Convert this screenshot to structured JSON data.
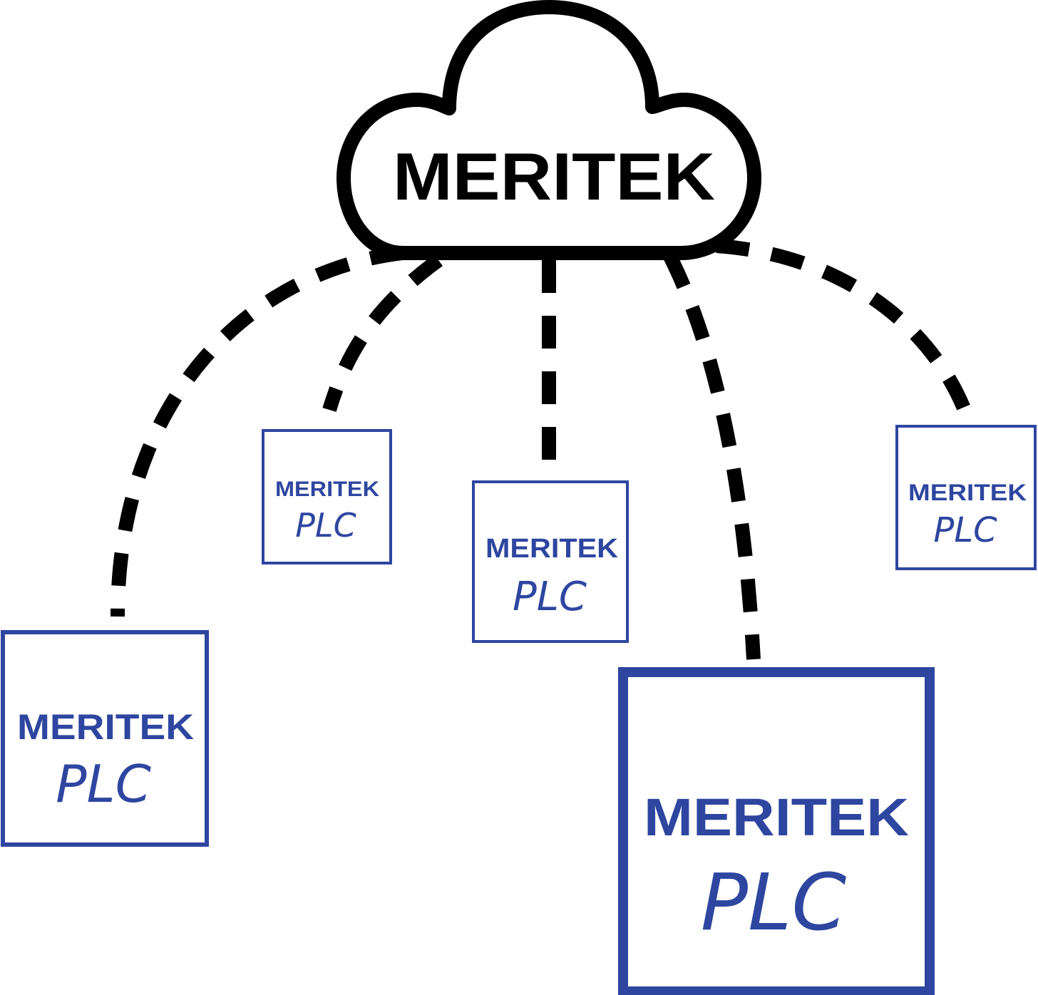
{
  "colors": {
    "cloud": "#000000",
    "plc": "#2e46a0",
    "background": "#ffffff"
  },
  "cloud": {
    "label": "MERITEK",
    "icon": "cloud-icon"
  },
  "devices": [
    {
      "id": "plc-1",
      "brand": "MERITEK",
      "label": "PLC"
    },
    {
      "id": "plc-2",
      "brand": "MERITEK",
      "label": "PLC"
    },
    {
      "id": "plc-3",
      "brand": "MERITEK",
      "label": "PLC"
    },
    {
      "id": "plc-4",
      "brand": "MERITEK",
      "label": "PLC"
    },
    {
      "id": "plc-5",
      "brand": "MERITEK",
      "label": "PLC"
    }
  ],
  "connections": [
    {
      "from": "cloud",
      "to": "plc-1",
      "style": "dashed"
    },
    {
      "from": "cloud",
      "to": "plc-2",
      "style": "dashed"
    },
    {
      "from": "cloud",
      "to": "plc-3",
      "style": "dashed"
    },
    {
      "from": "cloud",
      "to": "plc-4",
      "style": "dashed"
    },
    {
      "from": "cloud",
      "to": "plc-5",
      "style": "dashed"
    }
  ]
}
